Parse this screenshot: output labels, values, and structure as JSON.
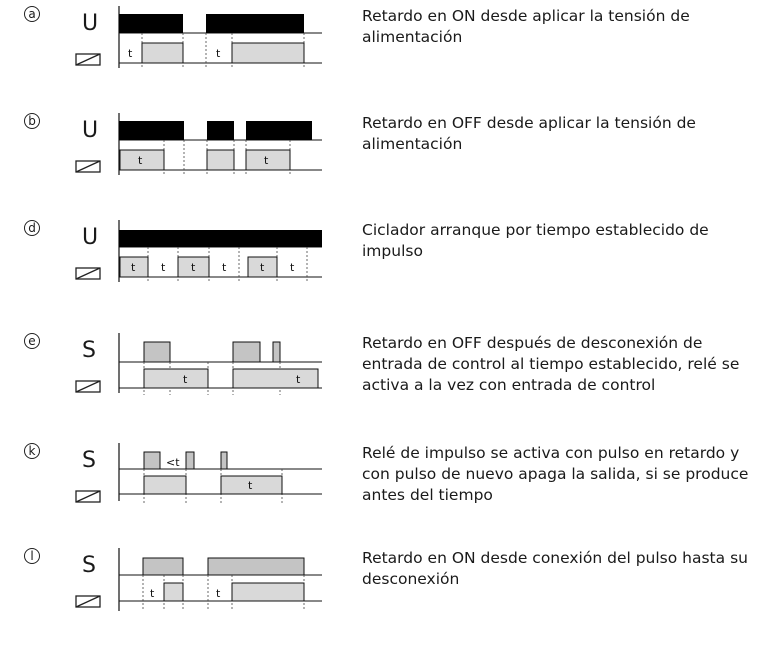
{
  "rows": [
    {
      "badge": "a",
      "signal": "U",
      "description": "Retardo en ON desde aplicar la tensión de alimentación",
      "labels": [
        "t",
        "t"
      ]
    },
    {
      "badge": "b",
      "signal": "U",
      "description": "Retardo en OFF desde aplicar la tensión de alimentación",
      "labels": [
        "t",
        "t"
      ]
    },
    {
      "badge": "d",
      "signal": "U",
      "description": "Ciclador arranque por tiempo establecido de impulso",
      "labels": [
        "t",
        "t",
        "t",
        "t",
        "t",
        "t"
      ]
    },
    {
      "badge": "e",
      "signal": "S",
      "description": "Retardo en OFF después de desconexión de entrada de control al tiempo establecido, relé se activa a la vez con entrada de control",
      "labels": [
        "t",
        "t"
      ]
    },
    {
      "badge": "k",
      "signal": "S",
      "description": "Relé de impulso se activa con pulso en retardo y con pulso de nuevo apaga la salida, si se produce antes del tiempo",
      "labels": [
        "<t",
        "t"
      ]
    },
    {
      "badge": "l",
      "signal": "S",
      "description": "Retardo en ON desde conexión del pulso hasta su desconexión",
      "labels": [
        "t",
        "t"
      ]
    }
  ]
}
